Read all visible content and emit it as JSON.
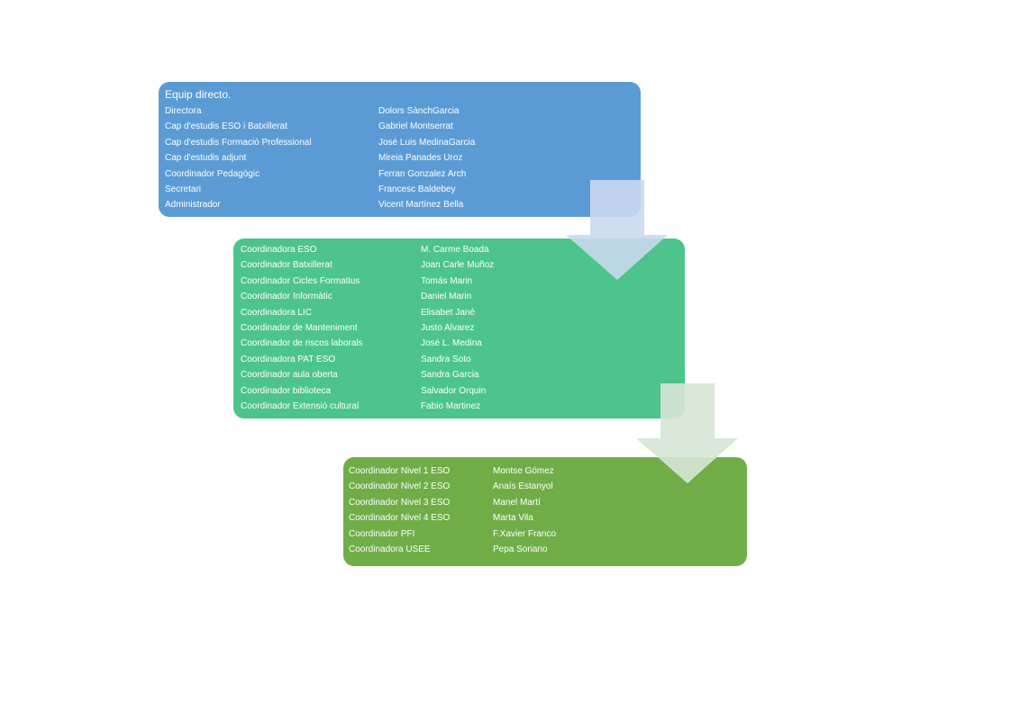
{
  "colors": {
    "box1": "#5b9bd5",
    "box2": "#4dc48b",
    "box3": "#70ad47",
    "arrow1": "#c9d9ed",
    "arrow2": "#d6e6d6"
  },
  "box1": {
    "title": "Equip directo.",
    "rows": [
      {
        "role": "Directora",
        "name": "Dolors SànchGarcia"
      },
      {
        "role": "Cap d'estudis ESO i Batxillerat",
        "name": "Gabriel Montserrat"
      },
      {
        "role": "Cap d'estudis Formació Professional",
        "name": "José Luis MedinaGarcia"
      },
      {
        "role": "Cap d'estudis adjunt",
        "name": " Mireia Panades Uroz"
      },
      {
        "role": "Coordinador Pedagògic",
        "name": "Ferran Gonzalez Arch"
      },
      {
        "role": "Secretari",
        "name": "Francesc Baldebey"
      },
      {
        "role": "Administrador",
        "name": "Vicent Martínez Bella"
      }
    ]
  },
  "box2": {
    "rows": [
      {
        "role": "Coordinadora ESO",
        "name": "M. Carme Boada"
      },
      {
        "role": "Coordinador Batxillerat",
        "name": "Joan Carle Muñoz"
      },
      {
        "role": "Coordinador Cicles Formatius",
        "name": "Tomás Marin"
      },
      {
        "role": "Coordinador Informàtic",
        "name": "Daniel Marin"
      },
      {
        "role": "Coordinadora LIC",
        "name": "Elisabet Jané"
      },
      {
        "role": "Coordinador de Manteniment",
        "name": "Justo Alvarez"
      },
      {
        "role": "Coordinador de riscos laborals",
        "name": "José L. Medina"
      },
      {
        "role": "Coordinadora PAT ESO",
        "name": "Sandra Soto"
      },
      {
        "role": "Coordinador aula oberta",
        "name": "Sandra Garcia"
      },
      {
        "role": "Coordinador biblioteca",
        "name": "Salvador Orquin"
      },
      {
        "role": "Coordinador Extensió cultural",
        "name": "Fabio Martinez"
      }
    ]
  },
  "box3": {
    "rows": [
      {
        "role": "Coordinador Nivel 1 ESO",
        "name": "Montse Gómez"
      },
      {
        "role": "Coordinador Nivel 2 ESO",
        "name": "Anaís Estanyol"
      },
      {
        "role": "Coordinador Nivel 3 ESO",
        "name": "Manel Martí"
      },
      {
        "role": "Coordinador Nivel 4 ESO",
        "name": "Marta Vila"
      },
      {
        "role": "Coordinador PFI",
        "name": "F.Xavier Franco"
      },
      {
        "role": "Coordinadora USEE",
        "name": "Pepa Soriano"
      }
    ]
  }
}
